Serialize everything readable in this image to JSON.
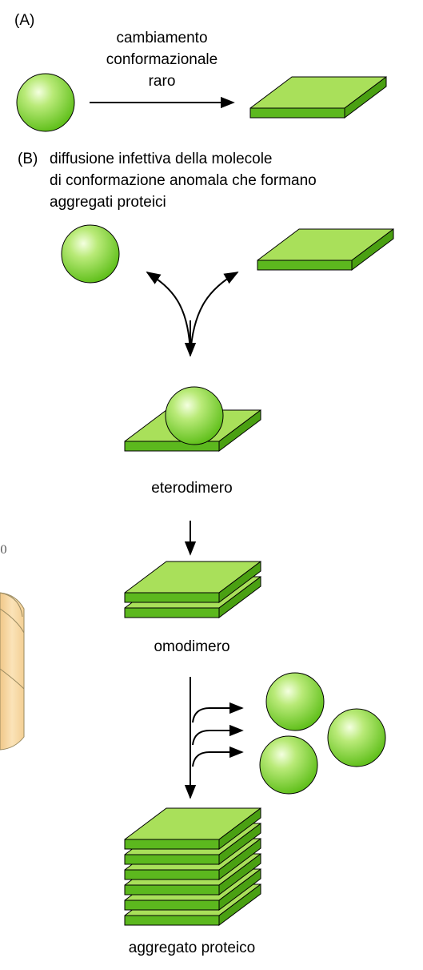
{
  "panel_a": {
    "label": "(A)",
    "arrow_caption": [
      "cambiamento",
      "conformazionale",
      "raro"
    ]
  },
  "panel_b": {
    "label": "(B)",
    "caption": [
      "diffusione infettiva della molecole",
      "di conformazione anomala che formano",
      "aggregati proteici"
    ],
    "heterodimer_label": "eterodimero",
    "homodimer_label": "omodimero",
    "aggregate_label": "aggregato proteico"
  },
  "background_fragment": {
    "digit": "0"
  },
  "colors": {
    "protein_green": "#7fd12b",
    "slab_top": "#a9e05a",
    "slab_side": "#5cb81e",
    "cylinder": "#f7d9a0"
  }
}
